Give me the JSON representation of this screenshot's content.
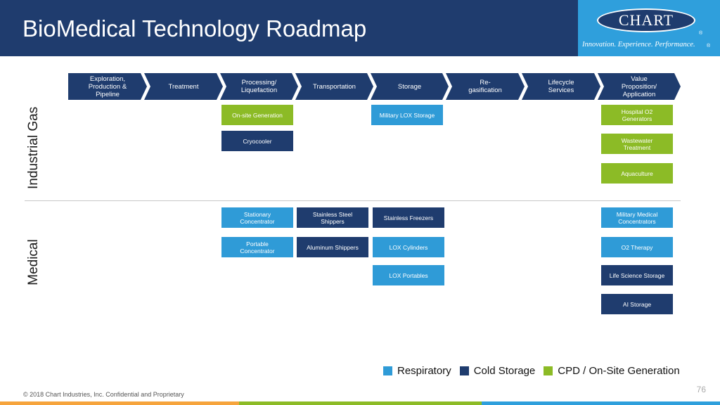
{
  "header": {
    "title": "BioMedical Technology Roadmap",
    "logo_text": "CHART",
    "tagline": "Innovation. Experience. Performance.",
    "reg_mark": "®"
  },
  "stages": [
    "Exploration,\nProduction &\nPipeline",
    "Treatment",
    "Processing/\nLiquefaction",
    "Transportation",
    "Storage",
    "Re-\ngasification",
    "Lifecycle\nServices",
    "Value\nProposition/\nApplication"
  ],
  "sections": {
    "industrial": "Industrial Gas",
    "medical": "Medical"
  },
  "boxes": [
    {
      "text": "On-site Generation",
      "category": "cpd"
    },
    {
      "text": "Military LOX Storage",
      "category": "resp"
    },
    {
      "text": "Hospital O2\nGenerators",
      "category": "cpd"
    },
    {
      "text": "Cryocooler",
      "category": "cold"
    },
    {
      "text": "Wastewater\nTreatment",
      "category": "cpd"
    },
    {
      "text": "Aquaculture",
      "category": "cpd"
    },
    {
      "text": "Stationary\nConcentrator",
      "category": "resp"
    },
    {
      "text": "Stainless Steel\nShippers",
      "category": "cold"
    },
    {
      "text": "Stainless Freezers",
      "category": "cold"
    },
    {
      "text": "Military Medical\nConcentrators",
      "category": "resp"
    },
    {
      "text": "Portable\nConcentrator",
      "category": "resp"
    },
    {
      "text": "Aluminum Shippers",
      "category": "cold"
    },
    {
      "text": "LOX Cylinders",
      "category": "resp"
    },
    {
      "text": "O2 Therapy",
      "category": "resp"
    },
    {
      "text": "LOX Portables",
      "category": "resp"
    },
    {
      "text": "Life Science Storage",
      "category": "cold"
    },
    {
      "text": "AI Storage",
      "category": "cold"
    }
  ],
  "legend": [
    {
      "label": "Respiratory",
      "color": "#2f9bd7"
    },
    {
      "label": "Cold Storage",
      "color": "#1f3c6e"
    },
    {
      "label": "CPD / On-Site Generation",
      "color": "#8cbb26"
    }
  ],
  "footer": {
    "copyright": "© 2018 Chart Industries, Inc. Confidential and Proprietary",
    "page_number": "76"
  },
  "bar_colors": [
    "#f6a43c",
    "#8cbb26",
    "#2f9fdc"
  ]
}
